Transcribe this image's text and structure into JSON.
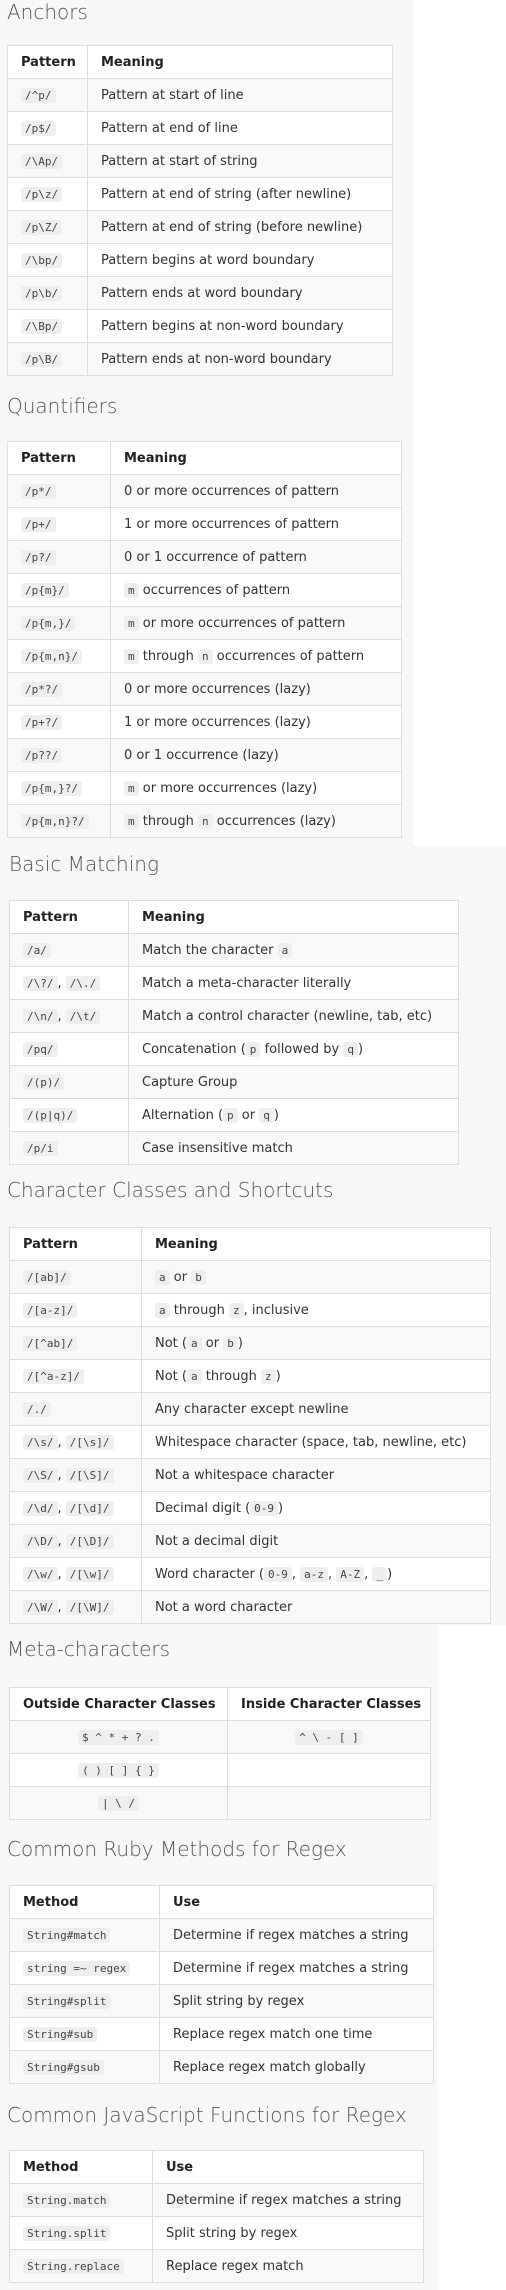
{
  "sections": {
    "anchors": {
      "title": "Anchors",
      "headers": [
        "Pattern",
        "Meaning"
      ],
      "rows": [
        {
          "p": [
            "/^p/"
          ],
          "m": [
            "Pattern at start of line"
          ]
        },
        {
          "p": [
            "/p$/"
          ],
          "m": [
            "Pattern at end of line"
          ]
        },
        {
          "p": [
            "/\\Ap/"
          ],
          "m": [
            "Pattern at start of string"
          ]
        },
        {
          "p": [
            "/p\\z/"
          ],
          "m": [
            "Pattern at end of string (after newline)"
          ]
        },
        {
          "p": [
            "/p\\Z/"
          ],
          "m": [
            "Pattern at end of string (before newline)"
          ]
        },
        {
          "p": [
            "/\\bp/"
          ],
          "m": [
            "Pattern begins at word boundary"
          ]
        },
        {
          "p": [
            "/p\\b/"
          ],
          "m": [
            "Pattern ends at word boundary"
          ]
        },
        {
          "p": [
            "/\\Bp/"
          ],
          "m": [
            "Pattern begins at non-word boundary"
          ]
        },
        {
          "p": [
            "/p\\B/"
          ],
          "m": [
            "Pattern ends at non-word boundary"
          ]
        }
      ]
    },
    "quantifiers": {
      "title": "Quantifiers",
      "headers": [
        "Pattern",
        "Meaning"
      ],
      "rows": [
        {
          "p": [
            "/p*/"
          ],
          "m": [
            "0 or more occurrences of pattern"
          ]
        },
        {
          "p": [
            "/p+/"
          ],
          "m": [
            "1 or more occurrences of pattern"
          ]
        },
        {
          "p": [
            "/p?/"
          ],
          "m": [
            "0 or 1 occurrence of pattern"
          ]
        },
        {
          "p": [
            "/p{m}/"
          ],
          "m": [
            "",
            "m",
            " occurrences of pattern"
          ]
        },
        {
          "p": [
            "/p{m,}/"
          ],
          "m": [
            "",
            "m",
            " or more occurrences of pattern"
          ]
        },
        {
          "p": [
            "/p{m,n}/"
          ],
          "m": [
            "",
            "m",
            " through ",
            "n",
            " occurrences of pattern"
          ]
        },
        {
          "p": [
            "/p*?/"
          ],
          "m": [
            "0 or more occurrences (lazy)"
          ]
        },
        {
          "p": [
            "/p+?/"
          ],
          "m": [
            "1 or more occurrences (lazy)"
          ]
        },
        {
          "p": [
            "/p??/"
          ],
          "m": [
            "0 or 1 occurrence (lazy)"
          ]
        },
        {
          "p": [
            "/p{m,}?/"
          ],
          "m": [
            "",
            "m",
            " or more occurrences (lazy)"
          ]
        },
        {
          "p": [
            "/p{m,n}?/"
          ],
          "m": [
            "",
            "m",
            " through ",
            "n",
            " occurrences (lazy)"
          ]
        }
      ]
    },
    "basic": {
      "title": "Basic Matching",
      "headers": [
        "Pattern",
        "Meaning"
      ],
      "rows": [
        {
          "p": [
            "/a/"
          ],
          "m": [
            "Match the character ",
            "a"
          ]
        },
        {
          "p": [
            "/\\?/",
            ", ",
            "/\\./"
          ],
          "m": [
            "Match a meta-character literally"
          ]
        },
        {
          "p": [
            "/\\n/",
            ", ",
            "/\\t/"
          ],
          "m": [
            "Match a control character (newline, tab, etc)"
          ]
        },
        {
          "p": [
            "/pq/"
          ],
          "m": [
            "Concatenation (",
            "p",
            " followed by ",
            "q",
            ")"
          ]
        },
        {
          "p": [
            "/(p)/"
          ],
          "m": [
            "Capture Group"
          ]
        },
        {
          "p": [
            "/(p|q)/"
          ],
          "m": [
            "Alternation (",
            "p",
            " or ",
            "q",
            ")"
          ]
        },
        {
          "p": [
            "/p/i"
          ],
          "m": [
            "Case insensitive match"
          ]
        }
      ]
    },
    "classes": {
      "title": "Character Classes and Shortcuts",
      "headers": [
        "Pattern",
        "Meaning"
      ],
      "rows": [
        {
          "p": [
            "/[ab]/"
          ],
          "m": [
            "",
            "a",
            " or ",
            "b",
            ""
          ]
        },
        {
          "p": [
            "/[a-z]/"
          ],
          "m": [
            "",
            "a",
            " through ",
            "z",
            ", inclusive"
          ]
        },
        {
          "p": [
            "/[^ab]/"
          ],
          "m": [
            "Not (",
            "a",
            " or ",
            "b",
            ")"
          ]
        },
        {
          "p": [
            "/[^a-z]/"
          ],
          "m": [
            "Not (",
            "a",
            " through ",
            "z",
            ")"
          ]
        },
        {
          "p": [
            "/./"
          ],
          "m": [
            "Any character except newline"
          ]
        },
        {
          "p": [
            "/\\s/",
            ", ",
            "/[\\s]/"
          ],
          "m": [
            "Whitespace character (space, tab, newline, etc)"
          ]
        },
        {
          "p": [
            "/\\S/",
            ", ",
            "/[\\S]/"
          ],
          "m": [
            "Not a whitespace character"
          ]
        },
        {
          "p": [
            "/\\d/",
            ", ",
            "/[\\d]/"
          ],
          "m": [
            "Decimal digit (",
            "0-9",
            ")"
          ]
        },
        {
          "p": [
            "/\\D/",
            ", ",
            "/[\\D]/"
          ],
          "m": [
            "Not a decimal digit"
          ]
        },
        {
          "p": [
            "/\\w/",
            ", ",
            "/[\\w]/"
          ],
          "m": [
            "Word character (",
            "0-9",
            ", ",
            "a-z",
            ", ",
            "A-Z",
            ", ",
            "_",
            ")"
          ]
        },
        {
          "p": [
            "/\\W/",
            ", ",
            "/[\\W]/"
          ],
          "m": [
            "Not a word character"
          ]
        }
      ]
    },
    "meta": {
      "title": "Meta-characters",
      "headers": [
        "Outside Character Classes",
        "Inside Character Classes"
      ],
      "rows": [
        {
          "p": [
            "",
            "$ ^ * + ? ."
          ],
          "m": [
            "",
            "^ \\ - [ ]"
          ]
        },
        {
          "p": [
            "",
            "( ) [ ] { }"
          ],
          "m": [
            ""
          ]
        },
        {
          "p": [
            "",
            "| \\ /"
          ],
          "m": [
            ""
          ]
        }
      ]
    },
    "ruby": {
      "title": "Common Ruby Methods for Regex",
      "headers": [
        "Method",
        "Use"
      ],
      "rows": [
        {
          "p": [
            "String#match"
          ],
          "m": [
            "Determine if regex matches a string"
          ]
        },
        {
          "p": [
            "string =~ regex"
          ],
          "m": [
            "Determine if regex matches a string"
          ]
        },
        {
          "p": [
            "String#split"
          ],
          "m": [
            "Split string by regex"
          ]
        },
        {
          "p": [
            "String#sub"
          ],
          "m": [
            "Replace regex match one time"
          ]
        },
        {
          "p": [
            "String#gsub"
          ],
          "m": [
            "Replace regex match globally"
          ]
        }
      ]
    },
    "js": {
      "title": "Common JavaScript Functions for Regex",
      "headers": [
        "Method",
        "Use"
      ],
      "rows": [
        {
          "p": [
            "String.match"
          ],
          "m": [
            "Determine if regex matches a string"
          ]
        },
        {
          "p": [
            "String.split"
          ],
          "m": [
            "Split string by regex"
          ]
        },
        {
          "p": [
            "String.replace"
          ],
          "m": [
            "Replace regex match"
          ]
        }
      ]
    }
  }
}
